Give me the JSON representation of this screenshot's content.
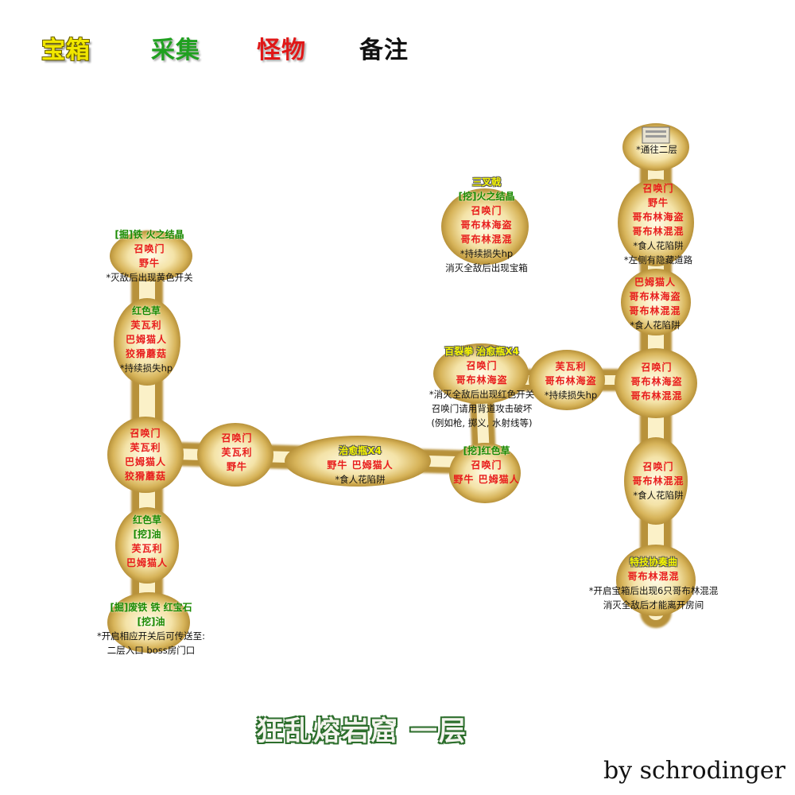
{
  "legend": {
    "chest": "宝箱",
    "gather": "采集",
    "monster": "怪物",
    "note": "备注"
  },
  "colors": {
    "chest": "#f0e600",
    "gather": "#20a020",
    "monster": "#e01818",
    "note": "#111111",
    "path": "#e9d282",
    "path_center": "#fff8dc",
    "title_outline": "#2c6e2c"
  },
  "map_title": "狂乱熔岩窟 一层",
  "author": "by schrodinger",
  "clusters": [
    {
      "id": "nw-room",
      "lines": [
        {
          "t": "g",
          "text": "[掘]铁 火之结晶"
        },
        {
          "t": "m",
          "text": "召唤门"
        },
        {
          "t": "m",
          "text": "野牛"
        },
        {
          "t": "n",
          "text": "*灭敌后出现黄色开关"
        }
      ]
    },
    {
      "id": "west-upper",
      "lines": [
        {
          "t": "g",
          "text": "红色草"
        },
        {
          "t": "m",
          "text": "芙瓦利"
        },
        {
          "t": "m",
          "text": "巴姆猫人"
        },
        {
          "t": "m",
          "text": "狡猾蘑菇"
        },
        {
          "t": "n",
          "text": "*持续损失hp"
        }
      ]
    },
    {
      "id": "west-junction",
      "lines": [
        {
          "t": "m",
          "text": "召唤门"
        },
        {
          "t": "m",
          "text": "芙瓦利"
        },
        {
          "t": "m",
          "text": "巴姆猫人"
        },
        {
          "t": "m",
          "text": "狡猾蘑菇"
        }
      ]
    },
    {
      "id": "corridor-room",
      "lines": [
        {
          "t": "m",
          "text": "召唤门"
        },
        {
          "t": "m",
          "text": "芙瓦利"
        },
        {
          "t": "m",
          "text": "野牛"
        }
      ]
    },
    {
      "id": "corridor-mid",
      "lines": [
        {
          "t": "y",
          "text": "治愈瓶X4"
        },
        {
          "t": "m",
          "text": "野牛 巴姆猫人"
        },
        {
          "t": "n",
          "text": "*食人花陷阱"
        }
      ]
    },
    {
      "id": "west-lower",
      "lines": [
        {
          "t": "g",
          "text": "红色草"
        },
        {
          "t": "g",
          "text": "[挖]油"
        },
        {
          "t": "m",
          "text": "芙瓦利"
        },
        {
          "t": "m",
          "text": "巴姆猫人"
        }
      ]
    },
    {
      "id": "sw-room",
      "lines": [
        {
          "t": "g",
          "text": "[掘]废铁 铁 红宝石"
        },
        {
          "t": "g",
          "text": "[挖]油"
        },
        {
          "t": "n",
          "text": "*开启相应开关后可传送至:"
        },
        {
          "t": "n",
          "text": "二层入口 boss房门口"
        }
      ]
    },
    {
      "id": "north-room",
      "lines": [
        {
          "t": "y",
          "text": "三叉戟"
        },
        {
          "t": "g",
          "text": "[挖]火之结晶"
        },
        {
          "t": "m",
          "text": "召唤门"
        },
        {
          "t": "m",
          "text": "哥布林海盗"
        },
        {
          "t": "m",
          "text": "哥布林混混"
        },
        {
          "t": "n",
          "text": "*持续损失hp"
        },
        {
          "t": "n",
          "text": "消灭全敌后出现宝箱"
        }
      ]
    },
    {
      "id": "center-room",
      "lines": [
        {
          "t": "y",
          "text": "百裂拳 治愈瓶X4"
        },
        {
          "t": "m",
          "text": "召唤门"
        },
        {
          "t": "m",
          "text": "哥布林海盗"
        },
        {
          "t": "n",
          "text": "*消灭全敌后出现红色开关"
        },
        {
          "t": "n",
          "text": "召唤门请用背道攻击破坏"
        },
        {
          "t": "n",
          "text": "(例如枪, 掷义, 水射线等)"
        }
      ]
    },
    {
      "id": "center-south",
      "lines": [
        {
          "t": "g",
          "text": "[挖]红色草"
        },
        {
          "t": "m",
          "text": "召唤门"
        },
        {
          "t": "m",
          "text": "野牛 巴姆猫人"
        }
      ]
    },
    {
      "id": "east-corridor",
      "lines": [
        {
          "t": "m",
          "text": "芙瓦利"
        },
        {
          "t": "m",
          "text": "哥布林海盗"
        },
        {
          "t": "n",
          "text": "*持续损失hp"
        }
      ]
    },
    {
      "id": "east-top",
      "lines": [
        {
          "t": "n",
          "text": "*通往二层"
        }
      ]
    },
    {
      "id": "east-upper",
      "lines": [
        {
          "t": "m",
          "text": "召唤门"
        },
        {
          "t": "m",
          "text": "野牛"
        },
        {
          "t": "m",
          "text": "哥布林海盗"
        },
        {
          "t": "m",
          "text": "哥布林混混"
        },
        {
          "t": "n",
          "text": "*食人花陷阱"
        },
        {
          "t": "n",
          "text": "*左侧有隐藏道路"
        }
      ]
    },
    {
      "id": "east-mid",
      "lines": [
        {
          "t": "m",
          "text": "巴姆猫人"
        },
        {
          "t": "m",
          "text": "哥布林海盗"
        },
        {
          "t": "m",
          "text": "哥布林混混"
        },
        {
          "t": "n",
          "text": "*食人花陷阱"
        }
      ]
    },
    {
      "id": "east-junction",
      "lines": [
        {
          "t": "m",
          "text": "召唤门"
        },
        {
          "t": "m",
          "text": "哥布林海盗"
        },
        {
          "t": "m",
          "text": "哥布林混混"
        }
      ]
    },
    {
      "id": "east-lower",
      "lines": [
        {
          "t": "m",
          "text": "召唤门"
        },
        {
          "t": "m",
          "text": "哥布林混混"
        },
        {
          "t": "n",
          "text": "*食人花陷阱"
        }
      ]
    },
    {
      "id": "se-room",
      "lines": [
        {
          "t": "y",
          "text": "特技协奏曲"
        },
        {
          "t": "m",
          "text": "哥布林混混"
        },
        {
          "t": "n",
          "text": "*开启宝箱后出现6只哥布林混混"
        },
        {
          "t": "n",
          "text": "消灭全敌后才能离开房间"
        }
      ]
    }
  ]
}
